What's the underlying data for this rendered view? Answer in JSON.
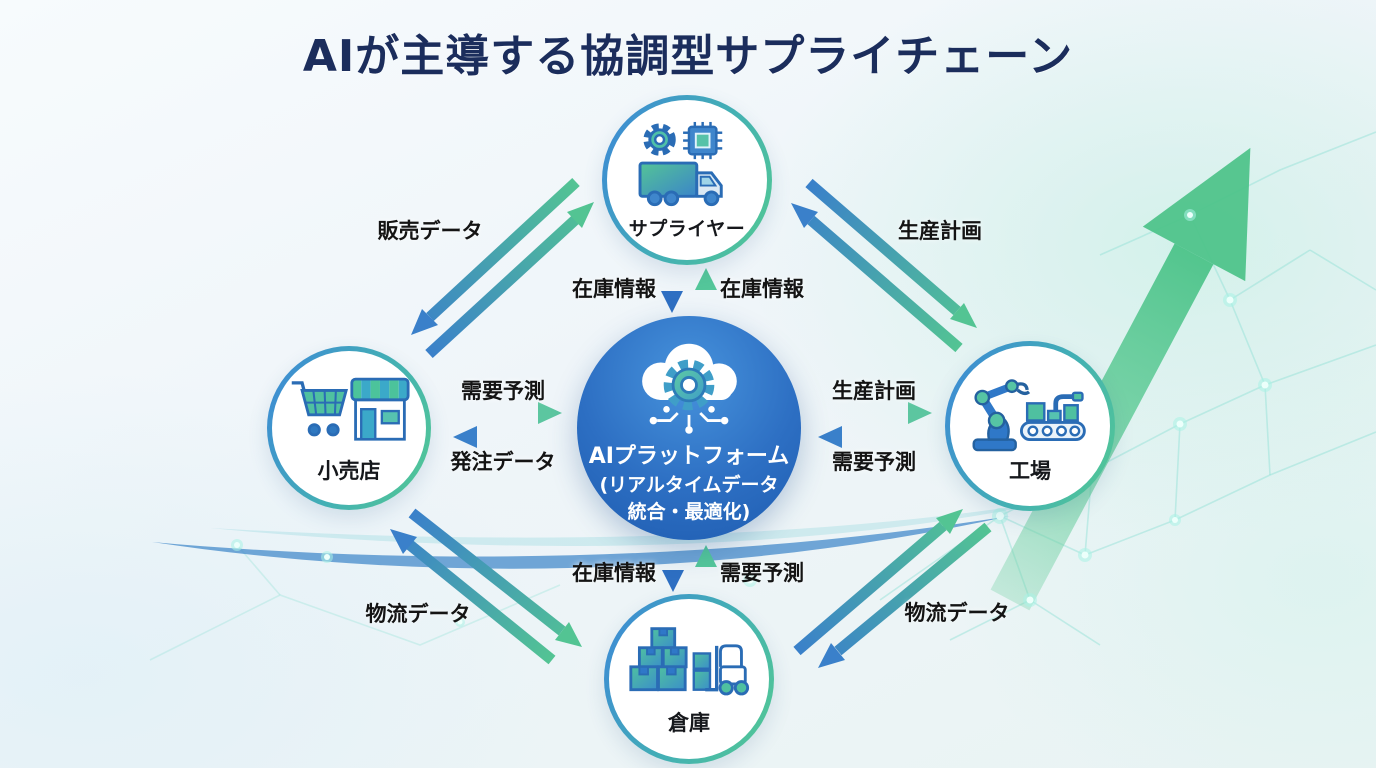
{
  "title": "AIが主導する協調型サプライチェーン",
  "colors": {
    "title_navy": "#1b2d5c",
    "arrow_blue": "#3a80ca",
    "arrow_green": "#4fc095",
    "platform_blue": "#2d6fc3",
    "growth_arrow_green": "#5bcb92",
    "mesh_teal": "#9ae2d8",
    "wave_blue": "#3f86c9"
  },
  "nodes": {
    "supplier": {
      "label": "サプライヤー",
      "icons": [
        "gear-icon",
        "chip-icon",
        "truck-icon"
      ]
    },
    "retail": {
      "label": "小売店",
      "icons": [
        "shopping-cart-icon",
        "storefront-icon"
      ]
    },
    "factory": {
      "label": "工場",
      "icons": [
        "robot-arm-icon",
        "conveyor-icon"
      ]
    },
    "warehouse": {
      "label": "倉庫",
      "icons": [
        "stacked-boxes-icon",
        "forklift-icon"
      ]
    },
    "platform": {
      "line1": "AIプラットフォーム",
      "line2": "(リアルタイムデータ",
      "line3": "統合・最適化)",
      "icons": [
        "cloud-icon",
        "gear-icon",
        "circuit-icon"
      ]
    }
  },
  "edge_labels": {
    "sales_data": "販売データ",
    "production_plan_top": "生産計画",
    "inventory_info_top_left": "在庫情報",
    "inventory_info_top_right": "在庫情報",
    "demand_forecast_left": "需要予測",
    "order_data": "発注データ",
    "production_plan_right": "生産計画",
    "demand_forecast_right": "需要予測",
    "inventory_info_bottom": "在庫情報",
    "demand_forecast_bottom": "需要予測",
    "logistics_data_left": "物流データ",
    "logistics_data_right": "物流データ"
  }
}
